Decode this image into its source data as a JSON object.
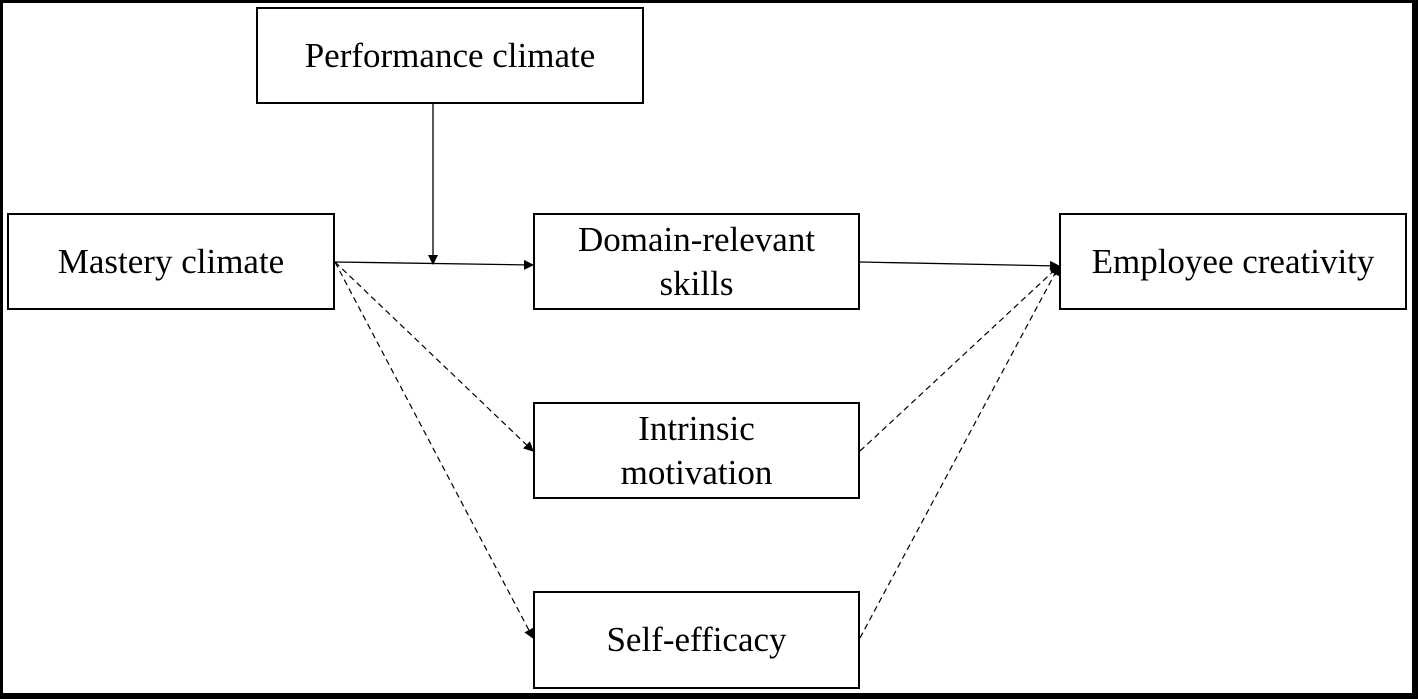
{
  "nodes": {
    "performance_climate": {
      "label": "Performance climate"
    },
    "mastery_climate": {
      "label": "Mastery climate"
    },
    "domain_relevant_skills": {
      "line1": "Domain-relevant",
      "line2": "skills"
    },
    "intrinsic_motivation": {
      "line1": "Intrinsic",
      "line2": "motivation"
    },
    "self_efficacy": {
      "label": "Self-efficacy"
    },
    "employee_creativity": {
      "label": "Employee creativity"
    }
  },
  "edges": [
    {
      "from": "mastery_climate",
      "to": "domain_relevant_skills",
      "style": "solid"
    },
    {
      "from": "performance_climate",
      "to": "mastery_climate→domain_relevant_skills path",
      "style": "solid",
      "role": "moderation"
    },
    {
      "from": "domain_relevant_skills",
      "to": "employee_creativity",
      "style": "solid"
    },
    {
      "from": "mastery_climate",
      "to": "intrinsic_motivation",
      "style": "dashed"
    },
    {
      "from": "mastery_climate",
      "to": "self_efficacy",
      "style": "dashed"
    },
    {
      "from": "intrinsic_motivation",
      "to": "employee_creativity",
      "style": "dashed"
    },
    {
      "from": "self_efficacy",
      "to": "employee_creativity",
      "style": "dashed"
    }
  ],
  "colors": {
    "line": "#000000",
    "background": "#ffffff"
  }
}
